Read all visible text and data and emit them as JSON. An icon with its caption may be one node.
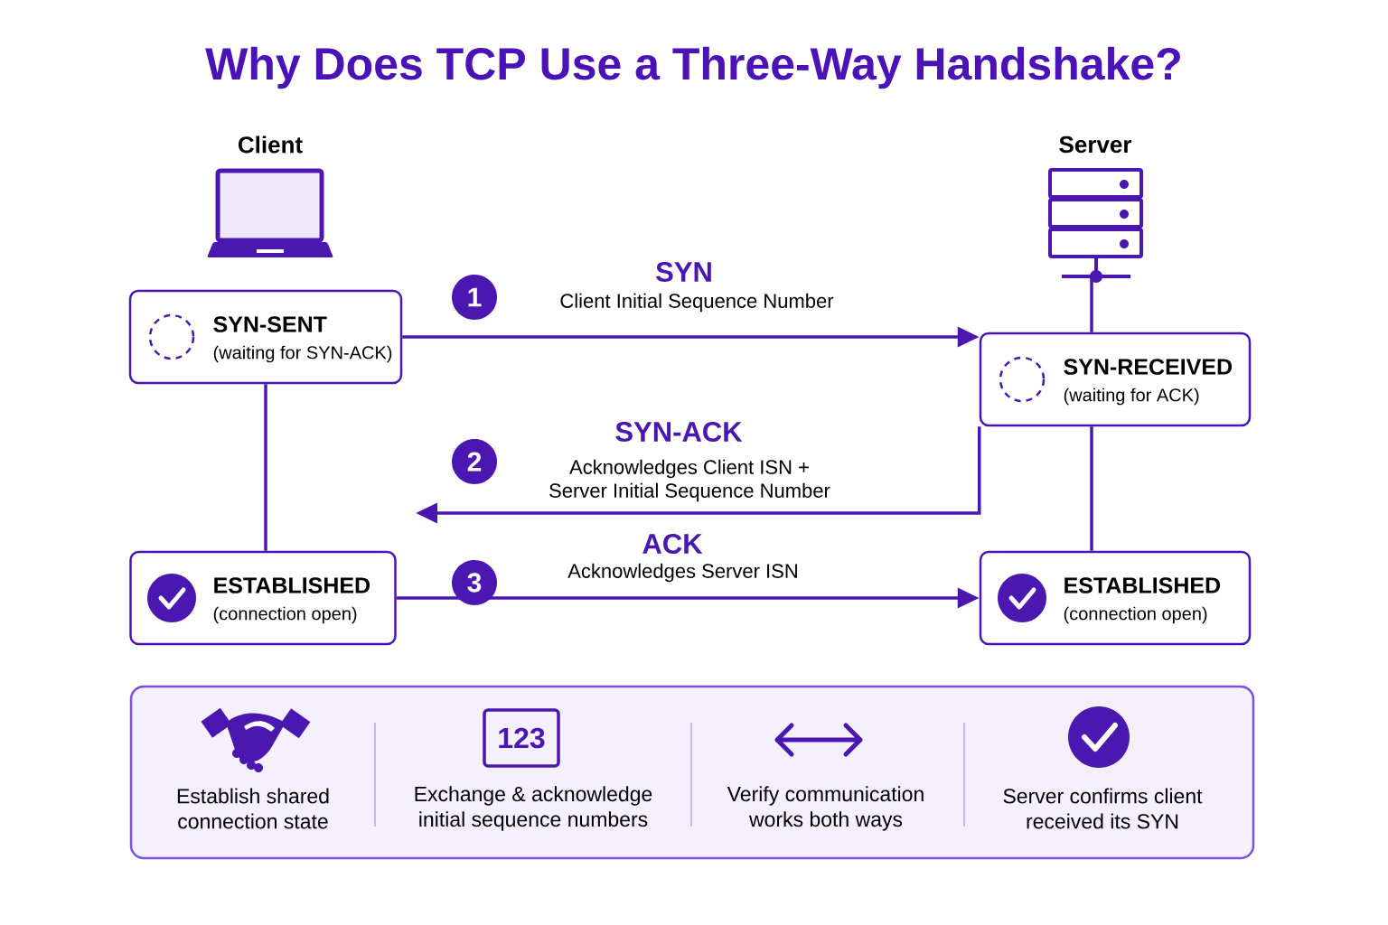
{
  "diagram": {
    "title": "Why Does TCP Use a Three-Way Handshake?",
    "nodes": [
      {
        "text": [
          "Client"
        ]
      },
      {
        "text": [
          "Server"
        ]
      },
      {
        "text": [
          "SYN-SENT",
          "(waiting for SYN-ACK)"
        ]
      },
      {
        "text": [
          "SYN-RECEIVED",
          "(waiting for ACK)"
        ]
      },
      {
        "text": [
          "ESTABLISHED",
          "(connection open)"
        ]
      },
      {
        "text": [
          "ESTABLISHED",
          "(connection open)"
        ]
      },
      {
        "text": [],
        "shape": "box"
      },
      {
        "text": [
          "Establish shared connection state"
        ],
        "in": 6
      },
      {
        "text": [
          "123",
          "Exchange & acknowledge initial sequence numbers"
        ],
        "in": 6
      },
      {
        "text": [
          "Verify communication works both ways"
        ],
        "in": 6
      },
      {
        "text": [
          "Server confirms client received its SYN"
        ],
        "in": 6
      }
    ],
    "edges": [
      {
        "from": 2,
        "to": 3,
        "arrow": "to",
        "label": "SYN"
      },
      {
        "from": 3,
        "to": null,
        "arrow": "to",
        "label": "SYN-ACK"
      },
      {
        "from": 4,
        "to": 5,
        "arrow": "to",
        "label": "ACK"
      },
      {
        "from": 2,
        "to": 4,
        "arrow": "none"
      },
      {
        "from": 1,
        "to": 3,
        "arrow": "none"
      },
      {
        "from": 3,
        "to": 5,
        "arrow": "none"
      }
    ],
    "labels": [
      "1",
      "Client Initial Sequence Number",
      "2",
      "Acknowledges Client ISN + Server Initial Sequence Number",
      "3",
      "Acknowledges Server ISN"
    ]
  }
}
